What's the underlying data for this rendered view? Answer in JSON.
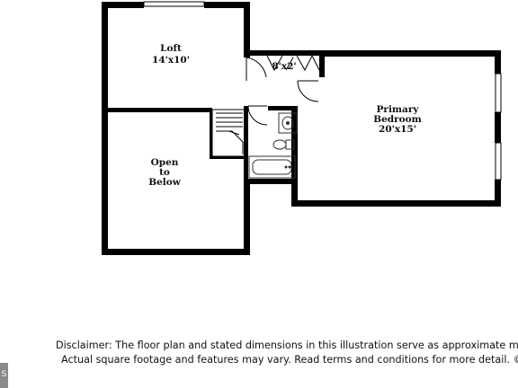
{
  "rooms": {
    "loft": {
      "name": "Loft",
      "size": "14'x10'"
    },
    "closet": {
      "size": "8'x2'"
    },
    "primary": {
      "name1": "Primary",
      "name2": "Bedroom",
      "size": "20'x15'"
    },
    "open": {
      "l1": "Open",
      "l2": "to",
      "l3": "Below"
    }
  },
  "disclaimer": {
    "line1": "Disclaimer: The floor plan and stated dimensions in this illustration serve as approximate m",
    "line2": "Actual square footage and features may vary. Read terms and conditions for more detail. ©"
  },
  "badge": {
    "glyph": "S"
  },
  "colors": {
    "wall": "#000000",
    "fixture": "#444444",
    "background": "#ffffff"
  }
}
